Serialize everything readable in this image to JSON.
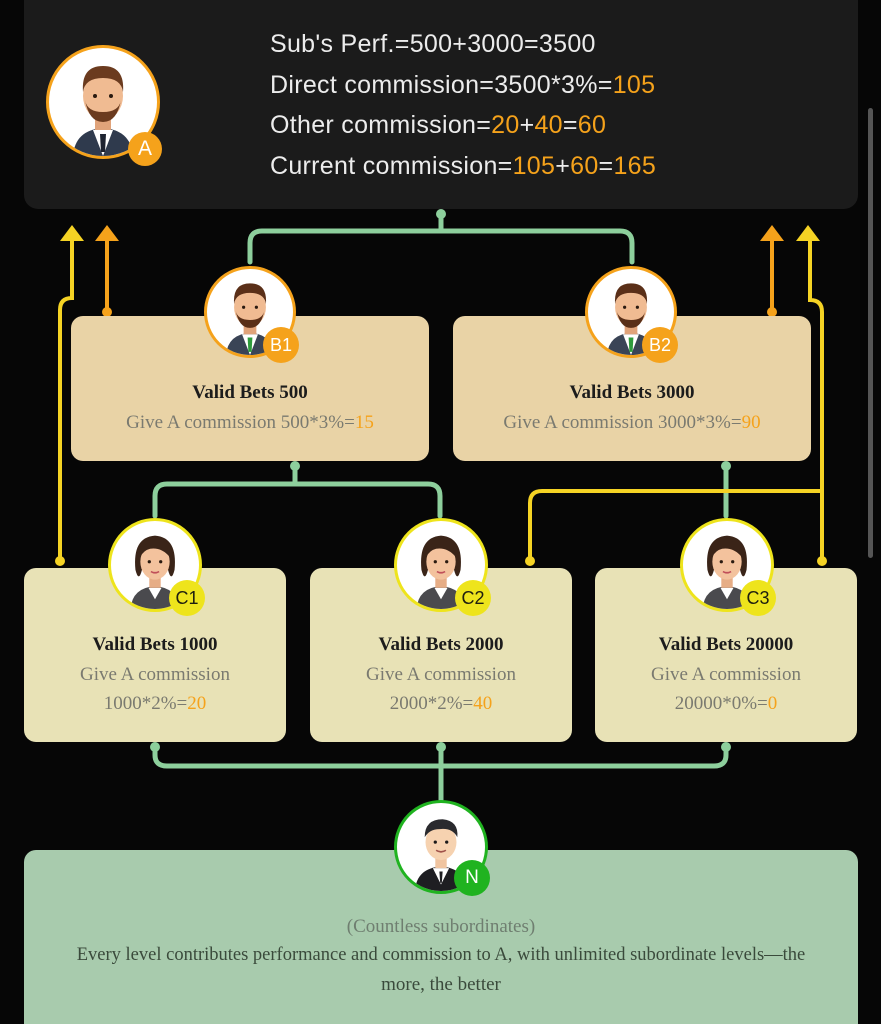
{
  "top_card": {
    "badge": "A",
    "line1": "Sub's Perf.=500+3000=3500",
    "line2_pre": "Direct commission=3500*3%=",
    "line2_val": "105",
    "line3_pre": "Other commission=",
    "line3_v1": "20",
    "line3_plus": "+",
    "line3_v2": "40",
    "line3_eq": "=",
    "line3_v3": "60",
    "line4_pre": "Current commission=",
    "line4_v1": "105",
    "line4_plus": "+",
    "line4_v2": "60",
    "line4_eq": "=",
    "line4_v3": "165"
  },
  "b1": {
    "badge": "B1",
    "title": "Valid Bets 500",
    "line_pre": "Give A commission  500*3%=",
    "line_val": "15"
  },
  "b2": {
    "badge": "B2",
    "title": "Valid Bets 3000",
    "line_pre": "Give A commission  3000*3%=",
    "line_val": "90"
  },
  "c1": {
    "badge": "C1",
    "title": "Valid Bets 1000",
    "line1": "Give A commission",
    "line2_pre": "1000*2%=",
    "line2_val": "20"
  },
  "c2": {
    "badge": "C2",
    "title": "Valid Bets 2000",
    "line1": "Give A commission",
    "line2_pre": "2000*2%=",
    "line2_val": "40"
  },
  "c3": {
    "badge": "C3",
    "title": "Valid Bets 20000",
    "line1": "Give A commission",
    "line2_pre": "20000*0%=",
    "line2_val": "0"
  },
  "n": {
    "badge": "N",
    "subtitle": "(Countless subordinates)",
    "line1": "Every level contributes performance and commission to A, with unlimited subordinate levels—the",
    "line2": "more, the better"
  },
  "colors": {
    "connector_green": "#8dcf9c",
    "arrow_yellow": "#f5d324",
    "arrow_orange": "#f5a21b",
    "badge_orange": "#f5a21b",
    "badge_yellow": "#eee41c",
    "badge_green": "#20b320"
  }
}
